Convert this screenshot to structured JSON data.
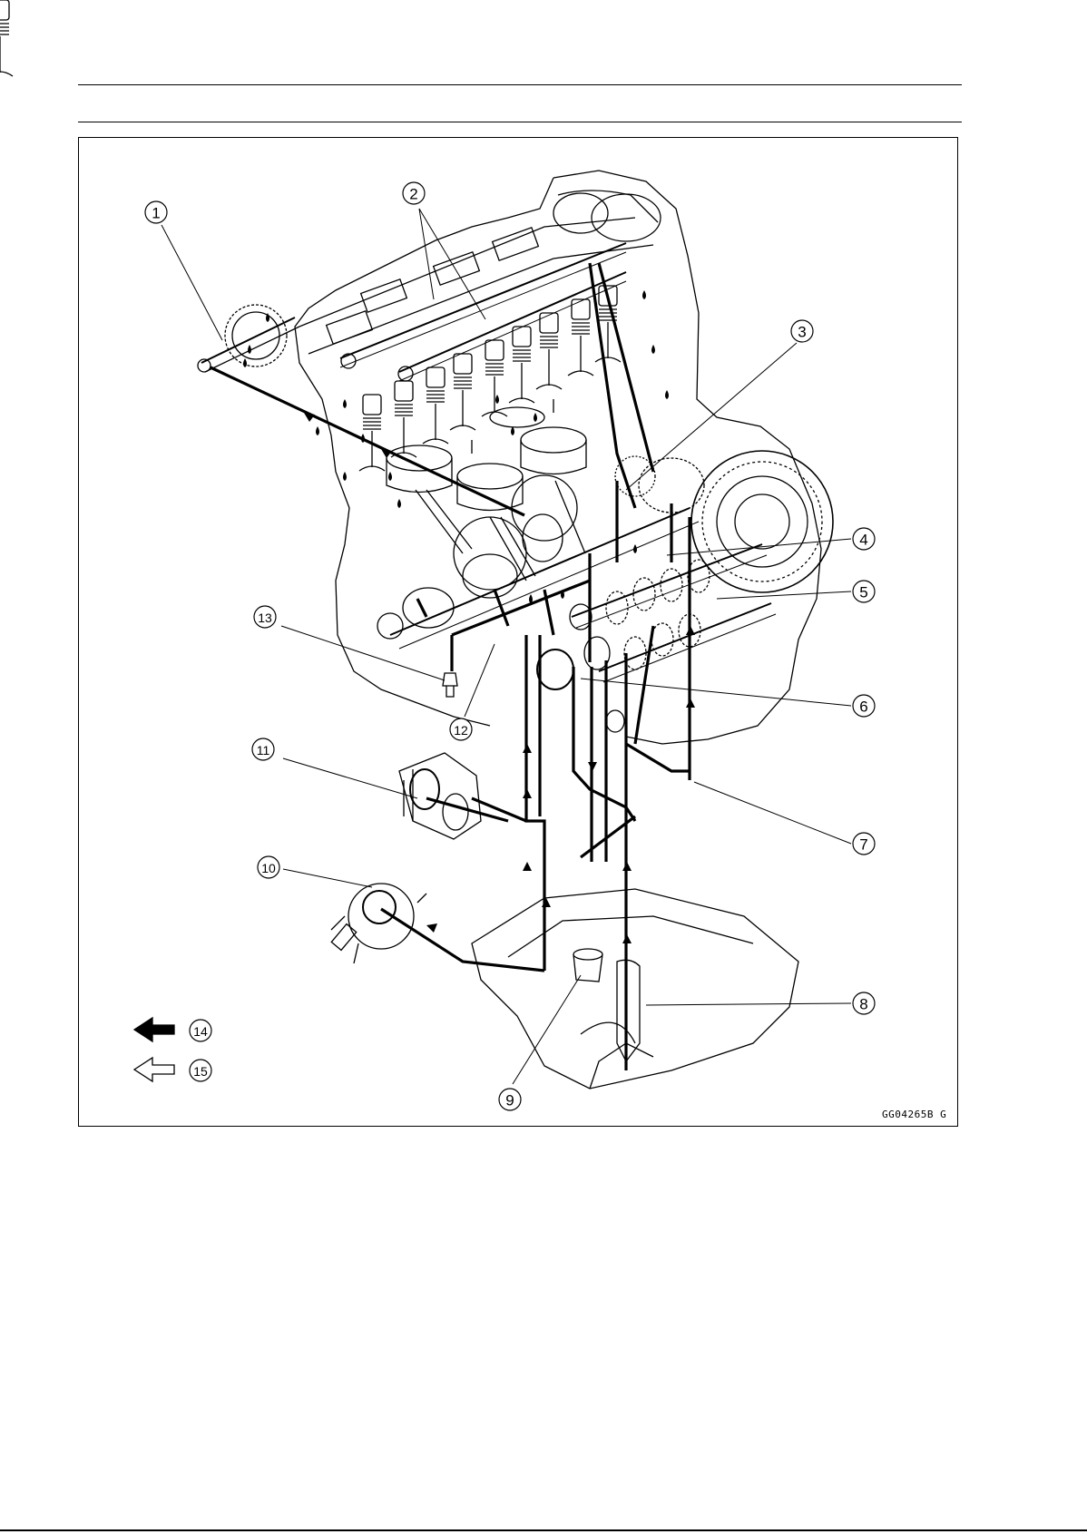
{
  "figure": {
    "code": "GG04265B  G"
  },
  "callouts": [
    {
      "id": "1",
      "label": "1"
    },
    {
      "id": "2",
      "label": "2"
    },
    {
      "id": "3",
      "label": "3"
    },
    {
      "id": "4",
      "label": "4"
    },
    {
      "id": "5",
      "label": "5"
    },
    {
      "id": "6",
      "label": "6"
    },
    {
      "id": "7",
      "label": "7"
    },
    {
      "id": "8",
      "label": "8"
    },
    {
      "id": "9",
      "label": "9"
    },
    {
      "id": "10",
      "label": "10"
    },
    {
      "id": "11",
      "label": "11"
    },
    {
      "id": "12",
      "label": "12"
    },
    {
      "id": "13",
      "label": "13"
    },
    {
      "id": "14",
      "label": "14"
    },
    {
      "id": "15",
      "label": "15"
    }
  ],
  "legend": [
    {
      "label": "14",
      "arrow": "solid-black-arrow-icon"
    },
    {
      "label": "15",
      "arrow": "outline-arrow-icon"
    }
  ]
}
